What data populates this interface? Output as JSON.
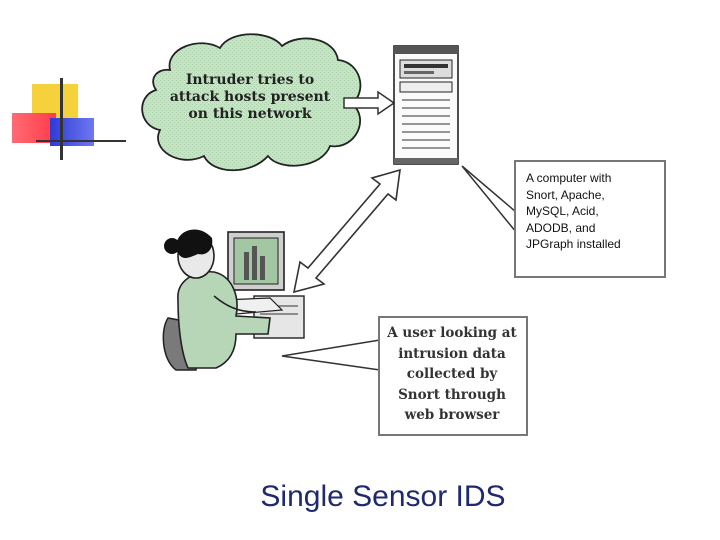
{
  "cloud": {
    "text": "Intruder tries to attack hosts present on this network"
  },
  "computer_callout": {
    "text": "A computer with\nSnort, Apache,\nMySQL, Acid,\nADODB, and\nJPGraph installed"
  },
  "user_callout": {
    "text": "A user looking at intrusion data collected by Snort through web browser"
  },
  "slide": {
    "title": "Single Sensor IDS"
  },
  "colors": {
    "cloud_fill": "#c6e3c6",
    "title": "#1f2a6e",
    "accent_yellow": "#f5d23c",
    "accent_red": "#ff4b57",
    "accent_blue": "#3542d8"
  },
  "icons": [
    "server-icon",
    "user-at-workstation-icon",
    "cloud-shape",
    "double-headed-arrow"
  ]
}
